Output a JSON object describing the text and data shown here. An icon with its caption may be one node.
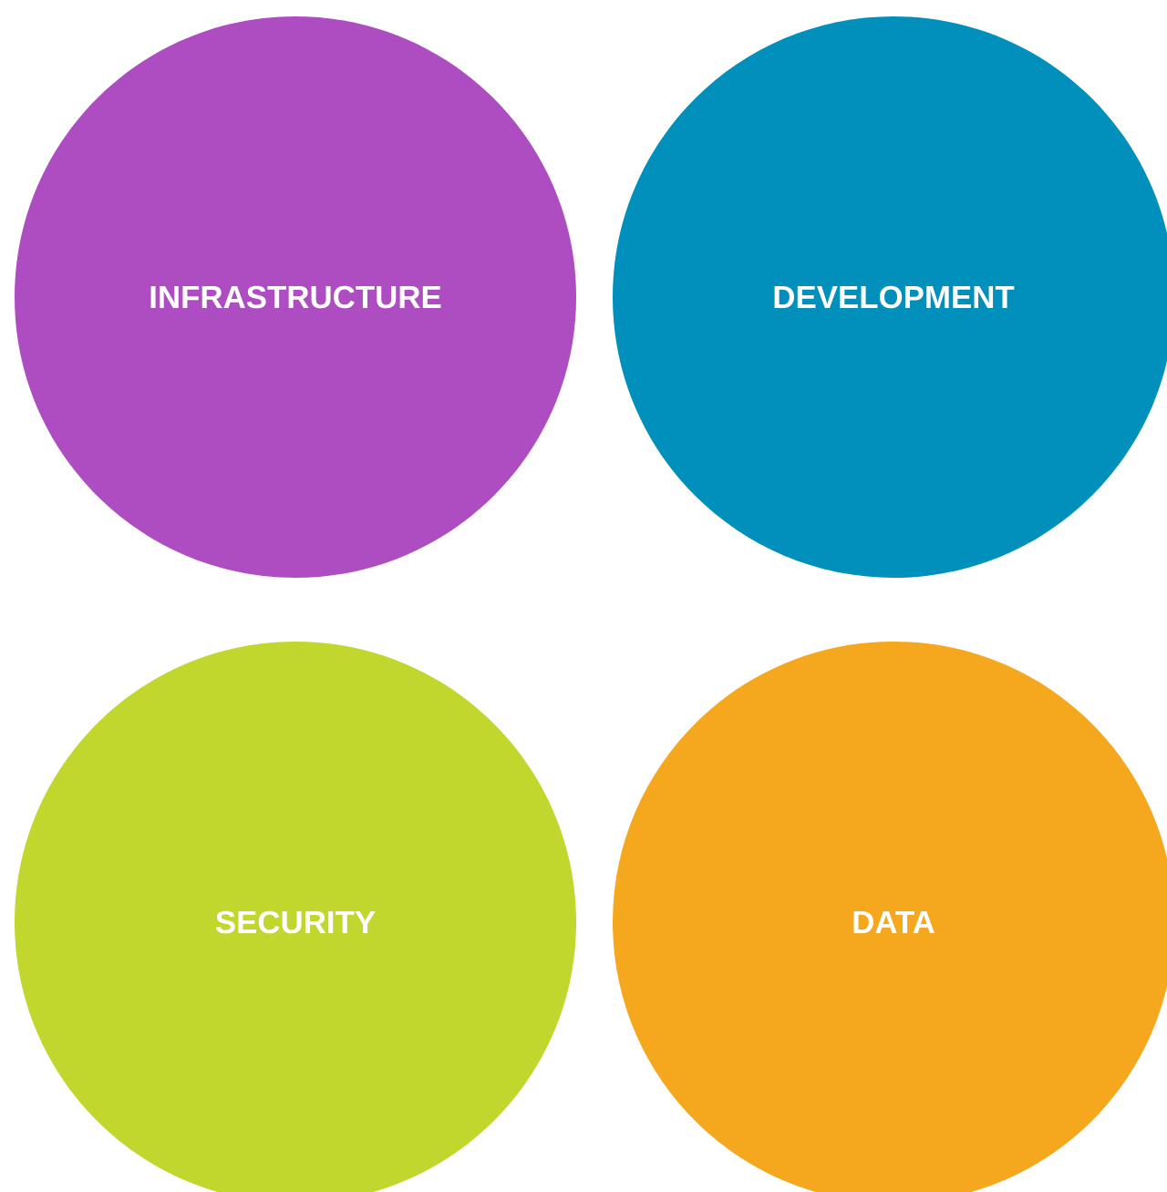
{
  "diagram": {
    "nodes": [
      {
        "text": [
          "INFRASTRUCTURE"
        ]
      },
      {
        "text": [
          "DEVELOPMENT"
        ]
      },
      {
        "text": [
          "SECURITY"
        ]
      },
      {
        "text": [
          "DATA"
        ]
      }
    ]
  }
}
